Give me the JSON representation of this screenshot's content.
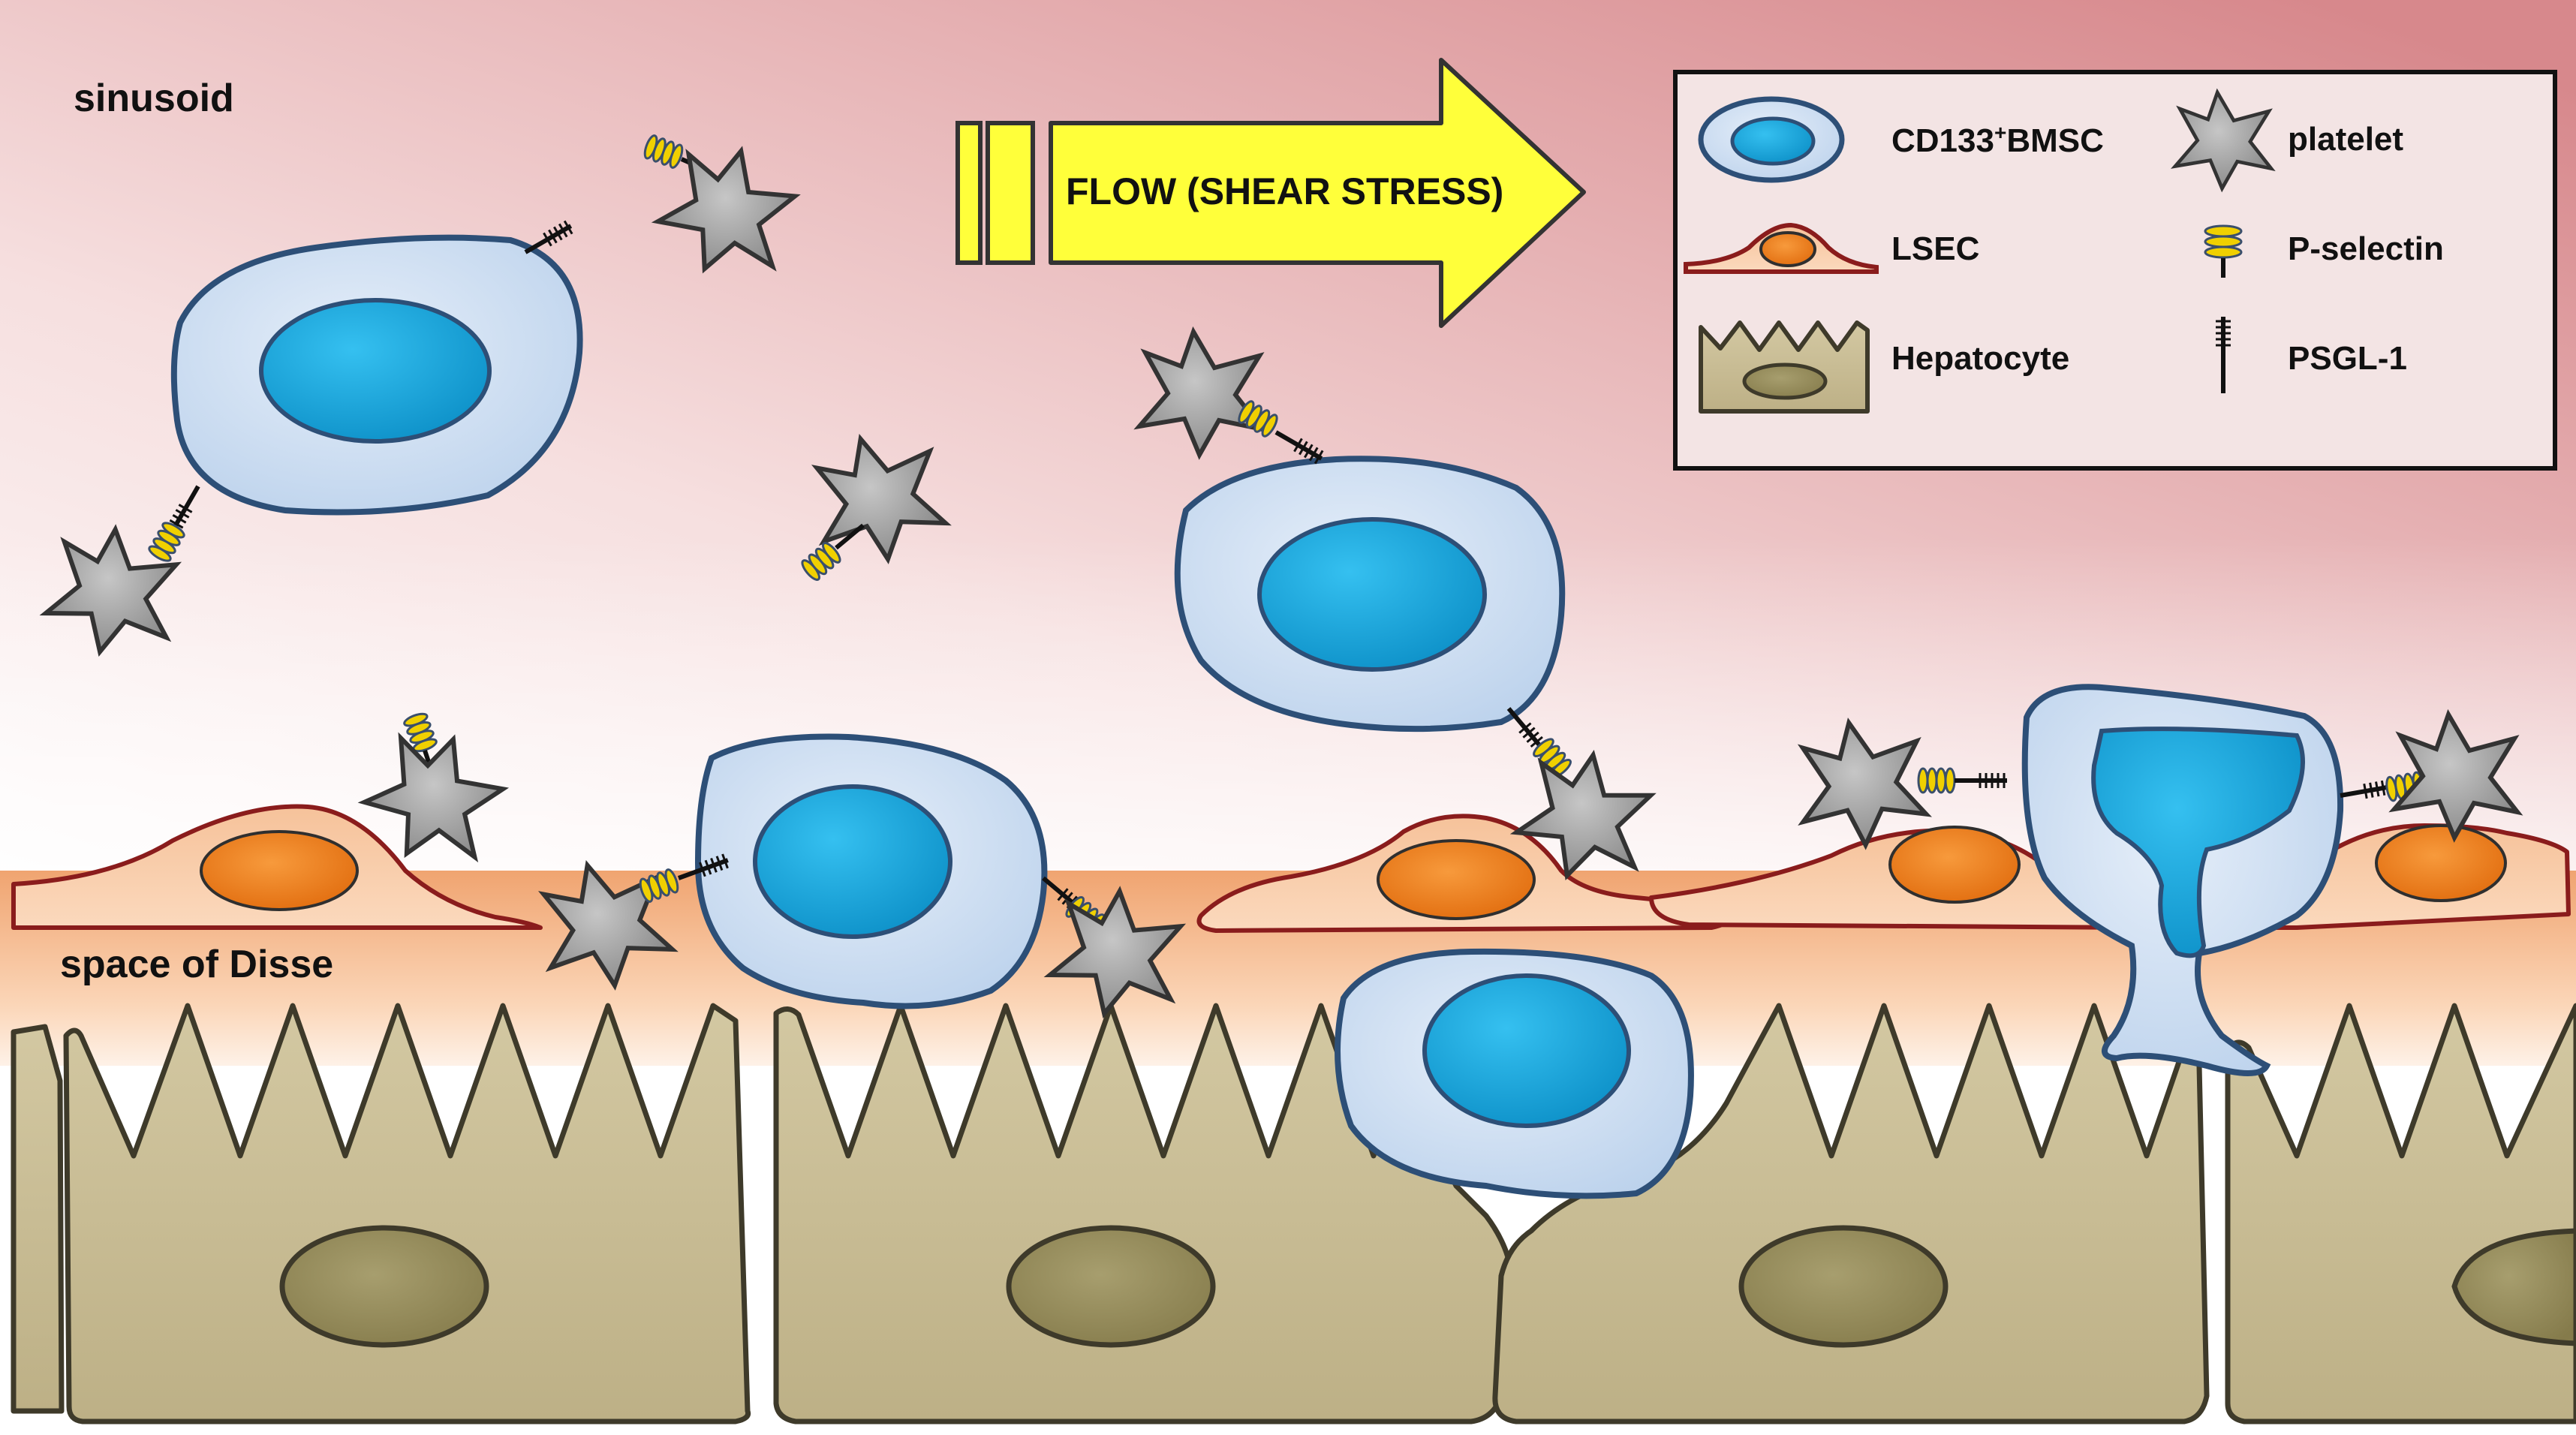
{
  "regions": {
    "sinusoid_label": "sinusoid",
    "disse_label": "space of Disse"
  },
  "flow": {
    "label": "FLOW (SHEAR STRESS)"
  },
  "legend": {
    "items": [
      {
        "icon": "bmsc-cell-icon",
        "label": "CD133",
        "superscript": "+",
        "label_suffix": "BMSC"
      },
      {
        "icon": "platelet-icon",
        "label": "platelet"
      },
      {
        "icon": "lsec-cell-icon",
        "label": "LSEC"
      },
      {
        "icon": "p-selectin-icon",
        "label": "P-selectin"
      },
      {
        "icon": "hepatocyte-icon",
        "label": "Hepatocyte"
      },
      {
        "icon": "psgl-1-icon",
        "label": "PSGL-1"
      }
    ]
  },
  "colors": {
    "sinusoid_top": "#dca0a4",
    "disse_band": "#f4b27e",
    "bmsc_cytoplasm": "#cfe0f2",
    "bmsc_border": "#2d4f77",
    "bmsc_nucleus": "#12a6e0",
    "lsec_body": "#f8c69e",
    "lsec_border": "#8a1c1c",
    "lsec_nucleus": "#ef7d18",
    "hepatocyte_body": "#c9bd93",
    "hepatocyte_nucleus": "#948a5a",
    "platelet": "#9d9d9d",
    "p_selectin": "#f0d000",
    "arrow_fill": "#ffff3a"
  }
}
